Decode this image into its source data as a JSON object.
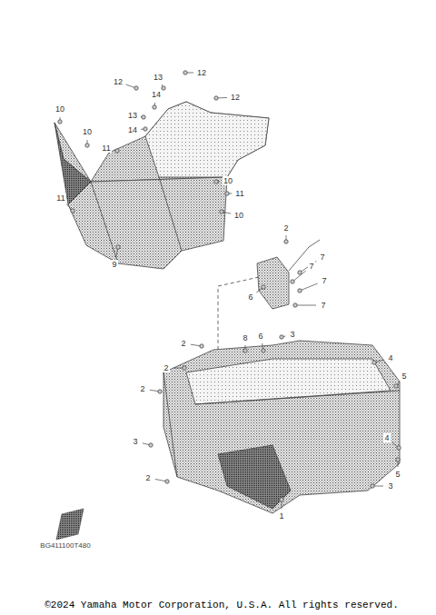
{
  "diagram": {
    "labels": [
      "12",
      "13",
      "12",
      "14",
      "12",
      "10",
      "13",
      "10",
      "14",
      "11",
      "10",
      "11",
      "11",
      "10",
      "9",
      "2",
      "7",
      "7",
      "7",
      "6",
      "7",
      "2",
      "8",
      "6",
      "3",
      "2",
      "4",
      "5",
      "2",
      "3",
      "4",
      "5",
      "2",
      "3",
      "1",
      "BG411100T480",
      "©2024 Yamaha Motor Corporation, U.S.A. All rights reserved."
    ]
  }
}
